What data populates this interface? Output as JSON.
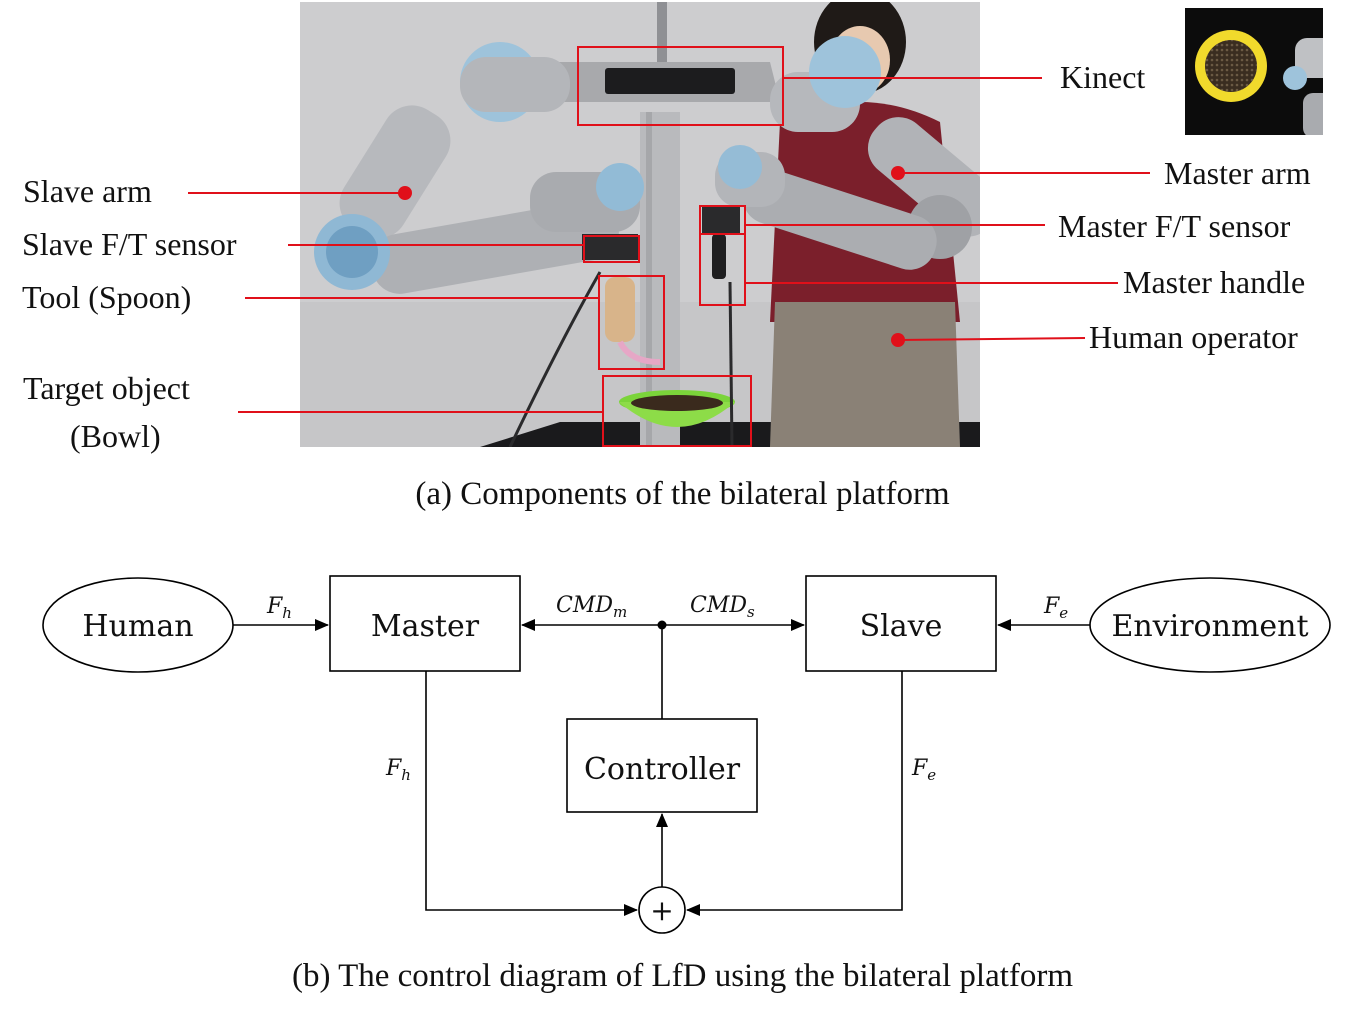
{
  "part_a": {
    "caption": "(a) Components of the bilateral platform",
    "labels": {
      "kinect": "Kinect",
      "master_arm": "Master arm",
      "master_ft_sensor": "Master F/T sensor",
      "master_handle": "Master handle",
      "human_operator": "Human operator",
      "slave_arm": "Slave arm",
      "slave_ft_sensor": "Slave F/T sensor",
      "tool": "Tool (Spoon)",
      "target_line1": "Target object",
      "target_line2": "(Bowl)"
    },
    "colors": {
      "callout": "#e0101a"
    }
  },
  "part_b": {
    "caption": "(b) The control diagram of LfD using the bilateral platform",
    "nodes": {
      "human": "Human",
      "master": "Master",
      "slave": "Slave",
      "environment": "Environment",
      "controller": "Controller",
      "sum": "+"
    },
    "signals": {
      "fh_base": "F",
      "fh_sub": "h",
      "fe_base": "F",
      "fe_sub": "e",
      "cmd_base": "CMD",
      "cmdm_sub": "m",
      "cmds_sub": "s"
    }
  }
}
